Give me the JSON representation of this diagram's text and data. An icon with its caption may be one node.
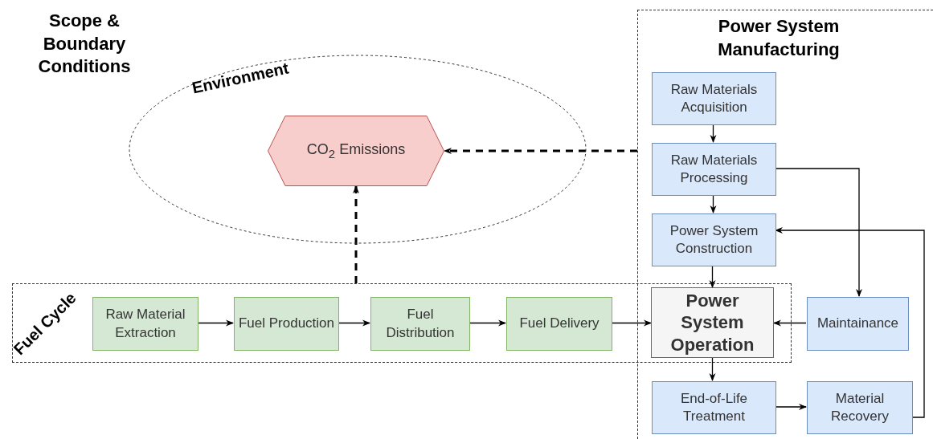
{
  "diagram": {
    "title": "Scope & Boundary Conditions",
    "nodes": [
      {
        "text": [
          "Environment"
        ]
      },
      {
        "text": [
          "CO$_{2}$ Emissions"
        ],
        "in": 0
      },
      {
        "text": [
          "Power System Manufacturing"
        ]
      },
      {
        "text": [
          "Fuel Cycle"
        ]
      },
      {
        "text": [
          "Raw Material Extraction"
        ],
        "in": 3
      },
      {
        "text": [
          "Fuel Production"
        ],
        "in": 3
      },
      {
        "text": [
          "Fuel Distribution"
        ],
        "in": 3
      },
      {
        "text": [
          "Fuel Delivery"
        ],
        "in": 3
      },
      {
        "text": [
          "Power System Operation"
        ]
      },
      {
        "text": [
          "Raw Materials Acquisition"
        ],
        "in": 2
      },
      {
        "text": [
          "Raw Materials Processing"
        ],
        "in": 2
      },
      {
        "text": [
          "Power System Construction"
        ],
        "in": 2
      },
      {
        "text": [
          "Maintainance"
        ],
        "in": 2
      },
      {
        "text": [
          "End-of-Life Treatment"
        ],
        "in": 2
      },
      {
        "text": [
          "Material Recovery"
        ],
        "in": 2
      }
    ],
    "edges": [
      {
        "from": 4,
        "to": 5,
        "arrow": "to"
      },
      {
        "from": 5,
        "to": 6,
        "arrow": "to"
      },
      {
        "from": 6,
        "to": 7,
        "arrow": "to"
      },
      {
        "from": 7,
        "to": 8,
        "arrow": "to"
      },
      {
        "from": 2,
        "to": 1,
        "arrow": "to",
        "style": "dashed"
      },
      {
        "from": 3,
        "to": 1,
        "arrow": "to",
        "style": "dashed"
      },
      {
        "from": 9,
        "to": 10,
        "arrow": "to"
      },
      {
        "from": 10,
        "to": 11,
        "arrow": "to"
      },
      {
        "from": 11,
        "to": 8,
        "arrow": "to"
      },
      {
        "from": 10,
        "to": 12,
        "arrow": "to"
      },
      {
        "from": 12,
        "to": 8,
        "arrow": "to"
      },
      {
        "from": 8,
        "to": 13,
        "arrow": "to"
      },
      {
        "from": 13,
        "to": 14,
        "arrow": "to"
      },
      {
        "from": 14,
        "to": 11,
        "arrow": "to"
      }
    ]
  }
}
